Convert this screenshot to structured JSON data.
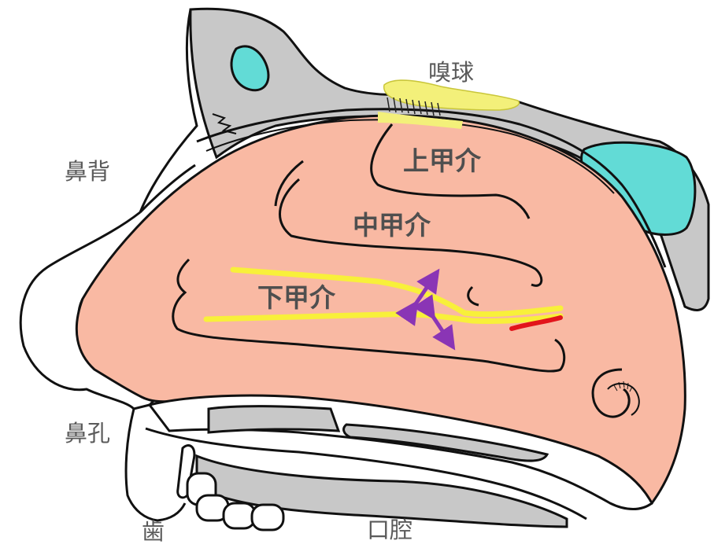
{
  "labels": {
    "olfactory_bulb": "嗅球",
    "superior_turbinate": "上甲介",
    "middle_turbinate": "中甲介",
    "inferior_turbinate": "下甲介",
    "nasal_dorsum": "鼻背",
    "nostril": "鼻孔",
    "teeth": "歯",
    "oral_cavity": "口腔"
  },
  "colors": {
    "cavity": "#f9b9a3",
    "bone": "#c8c8c8",
    "sinus": "#62dbd6",
    "bulb": "#f3f07a",
    "airflow": "#f8f03a",
    "arrow": "#8a35b5",
    "vessel": "#e2141b",
    "outline": "#111111"
  }
}
